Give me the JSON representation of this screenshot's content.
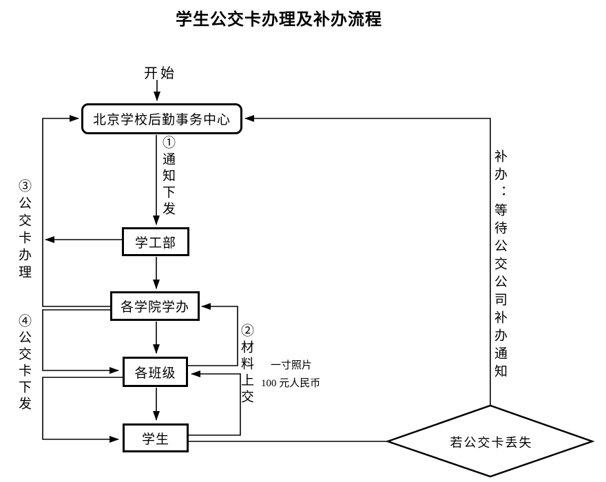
{
  "title": "学生公交卡办理及补办流程",
  "colors": {
    "ink": "#000000",
    "background": "#ffffff"
  },
  "flow": {
    "start": "开始",
    "nodes": {
      "center": "北京学校后勤事务中心",
      "student_affairs_dept": "学工部",
      "college_office": "各学院学办",
      "classes": "各班级",
      "student": "学生",
      "decision": "若公交卡丢失"
    },
    "labels": {
      "step1": "①通知下发",
      "step2": "②材料上交",
      "step3": "③公交卡办理",
      "step4": "④公交卡下发",
      "reissue": "补办：等待公交公司补办通知"
    },
    "note": {
      "line1": "一寸照片",
      "line2": "100 元人民币"
    }
  }
}
